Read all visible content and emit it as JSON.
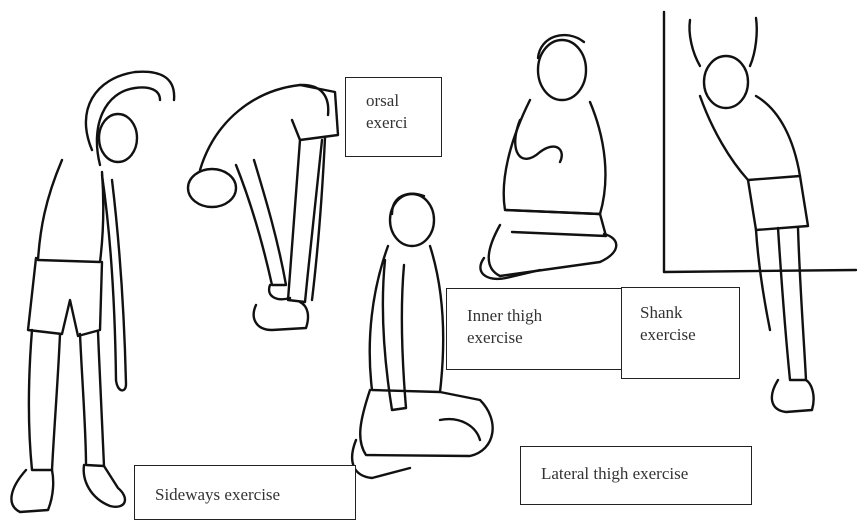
{
  "labels": {
    "dorsal": "orsal\nexerci",
    "inner_thigh": "Inner thigh\nexercise",
    "shank": "Shank\nexercise",
    "lateral_thigh": "Lateral thigh exercise",
    "sideways": "Sideways exercise"
  },
  "colors": {
    "line": "#111111",
    "background": "#ffffff",
    "label_text": "#333333"
  }
}
